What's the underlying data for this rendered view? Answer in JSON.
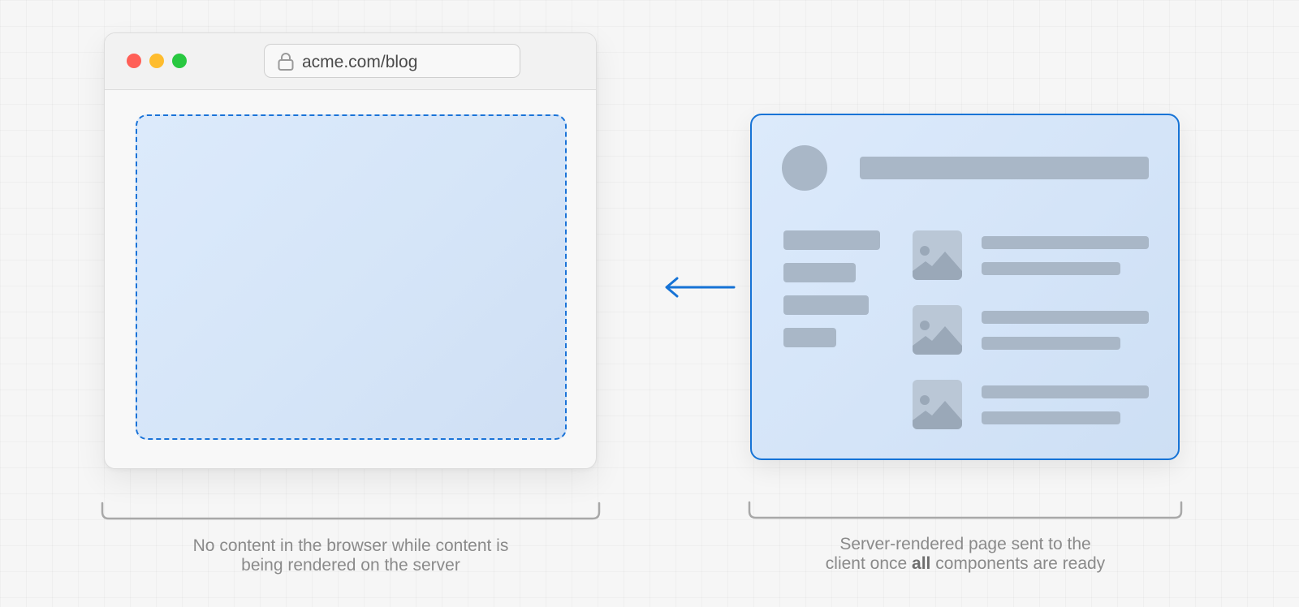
{
  "browser": {
    "url": "acme.com/blog",
    "window_controls": [
      "close",
      "minimize",
      "maximize"
    ],
    "colors": {
      "close": "#ff5f57",
      "minimize": "#febc2e",
      "maximize": "#28c840"
    }
  },
  "captions": {
    "left_line1": "No content in the browser while content is",
    "left_line2": "being rendered on the server",
    "right_line1": "Server-rendered page sent to the",
    "right_line2_before": "client once ",
    "right_line2_bold": "all",
    "right_line2_after": " components are ready"
  },
  "colors": {
    "accent": "#1673d6",
    "skeleton": "#a9b7c7",
    "panel_fill": "#d8e7fa"
  },
  "icons": [
    "lock-icon",
    "arrow-left-icon",
    "image-icon"
  ]
}
